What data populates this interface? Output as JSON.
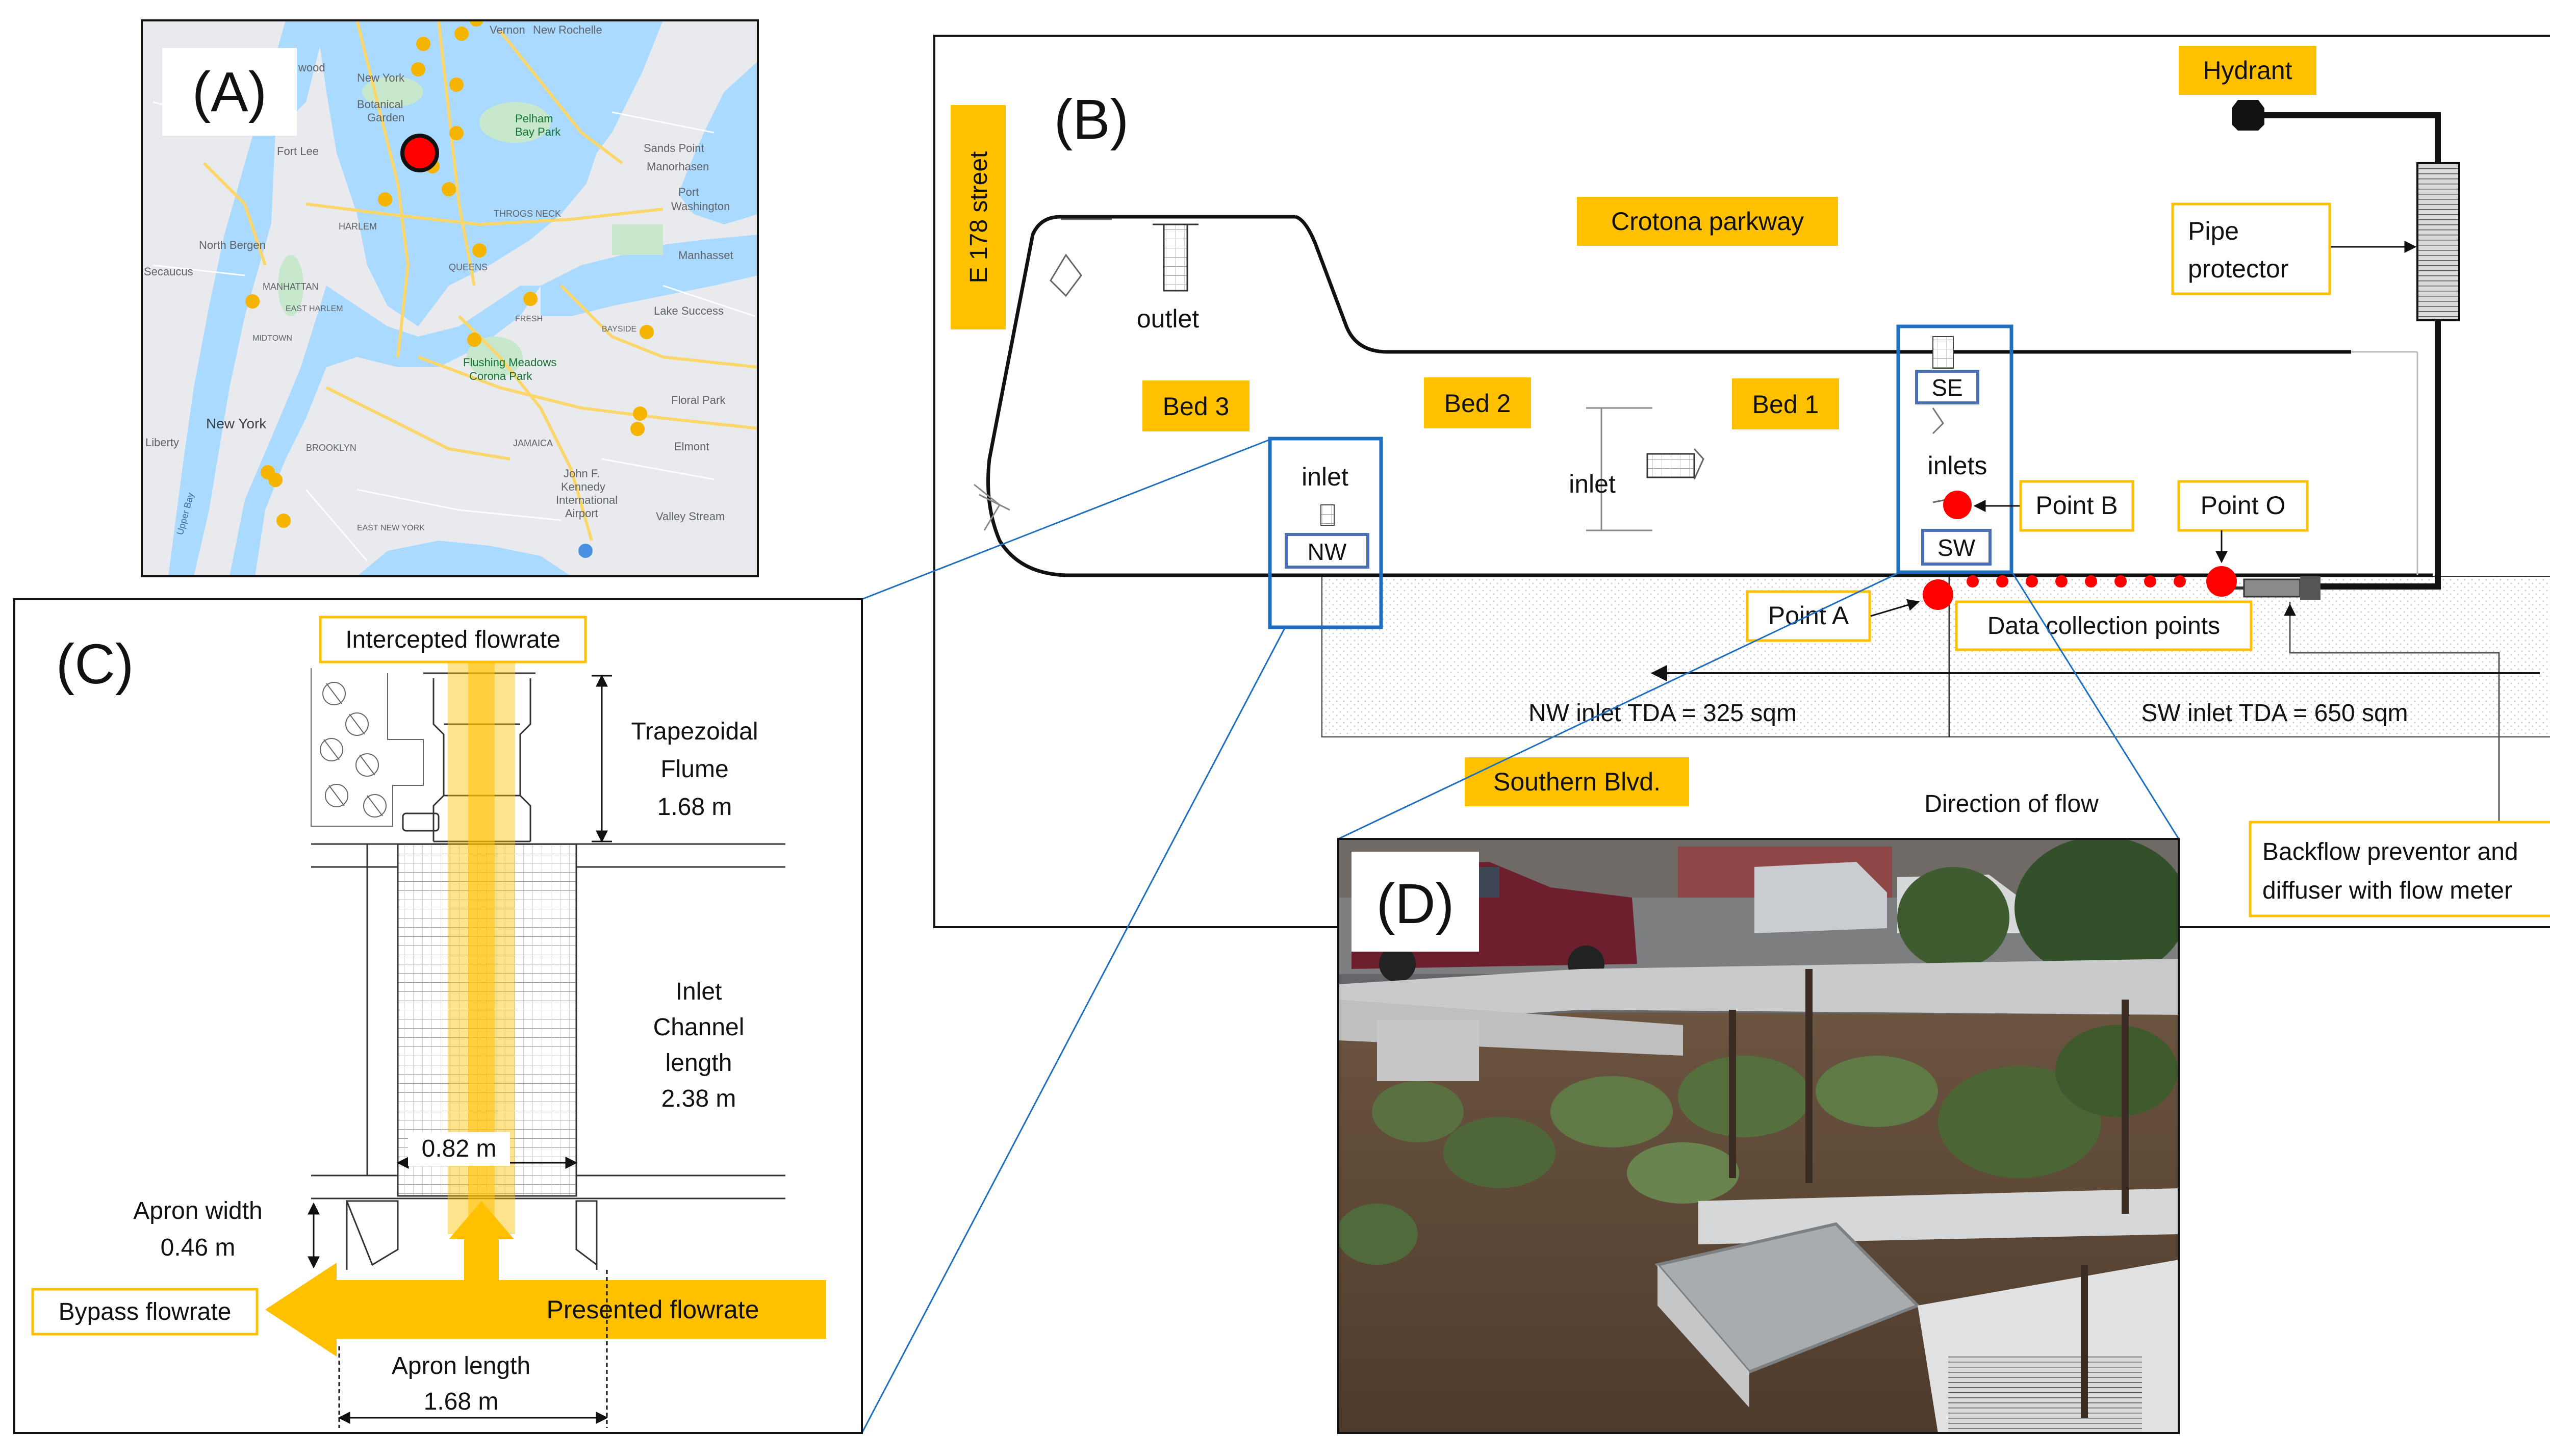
{
  "panels": {
    "a": {
      "label": "(A)"
    },
    "b": {
      "label": "(B)"
    },
    "c": {
      "label": "(C)"
    },
    "d": {
      "label": "(D)"
    }
  },
  "map": {
    "places": {
      "vernon": "Vernon",
      "new_rochelle": "New Rochelle",
      "new_york_city": "New York",
      "botanical": "Botanical",
      "garden": "Garden",
      "pelham_bay": "Pelham",
      "bay_park": "Bay Park",
      "sands_point": "Sands Point",
      "manorhasen": "Manorhasen",
      "port": "Port",
      "washington": "Washington",
      "fort_lee": "Fort Lee",
      "harlem": "HARLEM",
      "north_bergen": "North Bergen",
      "throgs_neck": "THROGS NECK",
      "manhasset": "Manhasset",
      "secaucus": "Secaucus",
      "manhattan": "MANHATTAN",
      "east_harlem": "EAST HARLEM",
      "lake_success": "Lake Success",
      "midtown": "MIDTOWN",
      "flushing_meadows": "Flushing Meadows",
      "corona_park": "Corona Park",
      "bayside": "BAYSIDE",
      "new_york": "New York",
      "floral_park": "Floral Park",
      "liberty": "Liberty",
      "brooklyn": "BROOKLYN",
      "jamaica": "JAMAICA",
      "elmont": "Elmont",
      "jfk1": "John F.",
      "jfk2": "Kennedy",
      "jfk3": "International",
      "jfk4": "Airport",
      "east_new_york": "EAST NEW YORK",
      "valley_stream": "Valley Stream",
      "queens": "QUEENS",
      "upper_bay": "Upper Bay",
      "wood": "wood",
      "fresh": "FRESH"
    }
  },
  "site": {
    "street_left": "E 178 street",
    "crotona": "Crotona parkway",
    "hydrant": "Hydrant",
    "pipe_protector_1": "Pipe",
    "pipe_protector_2": "protector",
    "outlet": "outlet",
    "bed3": "Bed 3",
    "bed2": "Bed 2",
    "bed1": "Bed 1",
    "inlet_nw": "inlet",
    "inlet_mid": "inlet",
    "inlets": "inlets",
    "se": "SE",
    "sw": "SW",
    "nw": "NW",
    "point_b": "Point B",
    "point_o": "Point O",
    "point_a": "Point A",
    "data_points": "Data collection points",
    "nw_tda": "NW inlet TDA = 325 sqm",
    "sw_tda": "SW inlet TDA = 650 sqm",
    "southern": "Southern Blvd.",
    "direction": "Direction of flow",
    "backflow_1": "Backflow preventor and",
    "backflow_2": "diffuser with flow meter"
  },
  "detail": {
    "intercepted": "Intercepted flowrate",
    "trap_1": "Trapezoidal",
    "trap_2": "Flume",
    "trap_3": "1.68 m",
    "inlet_1": "Inlet",
    "inlet_2": "Channel",
    "inlet_3": "length",
    "inlet_4": "2.38 m",
    "width_val": "0.82 m",
    "apron_w1": "Apron width",
    "apron_w2": "0.46 m",
    "bypass": "Bypass flowrate",
    "presented": "Presented flowrate",
    "apron_l1": "Apron length",
    "apron_l2": "1.68 m"
  },
  "colors": {
    "accent": "#ffc000",
    "box_blue": "#1f6fc1",
    "marker_red": "#ff0000",
    "map_water": "#aadaff",
    "map_land": "#e8eaed"
  }
}
